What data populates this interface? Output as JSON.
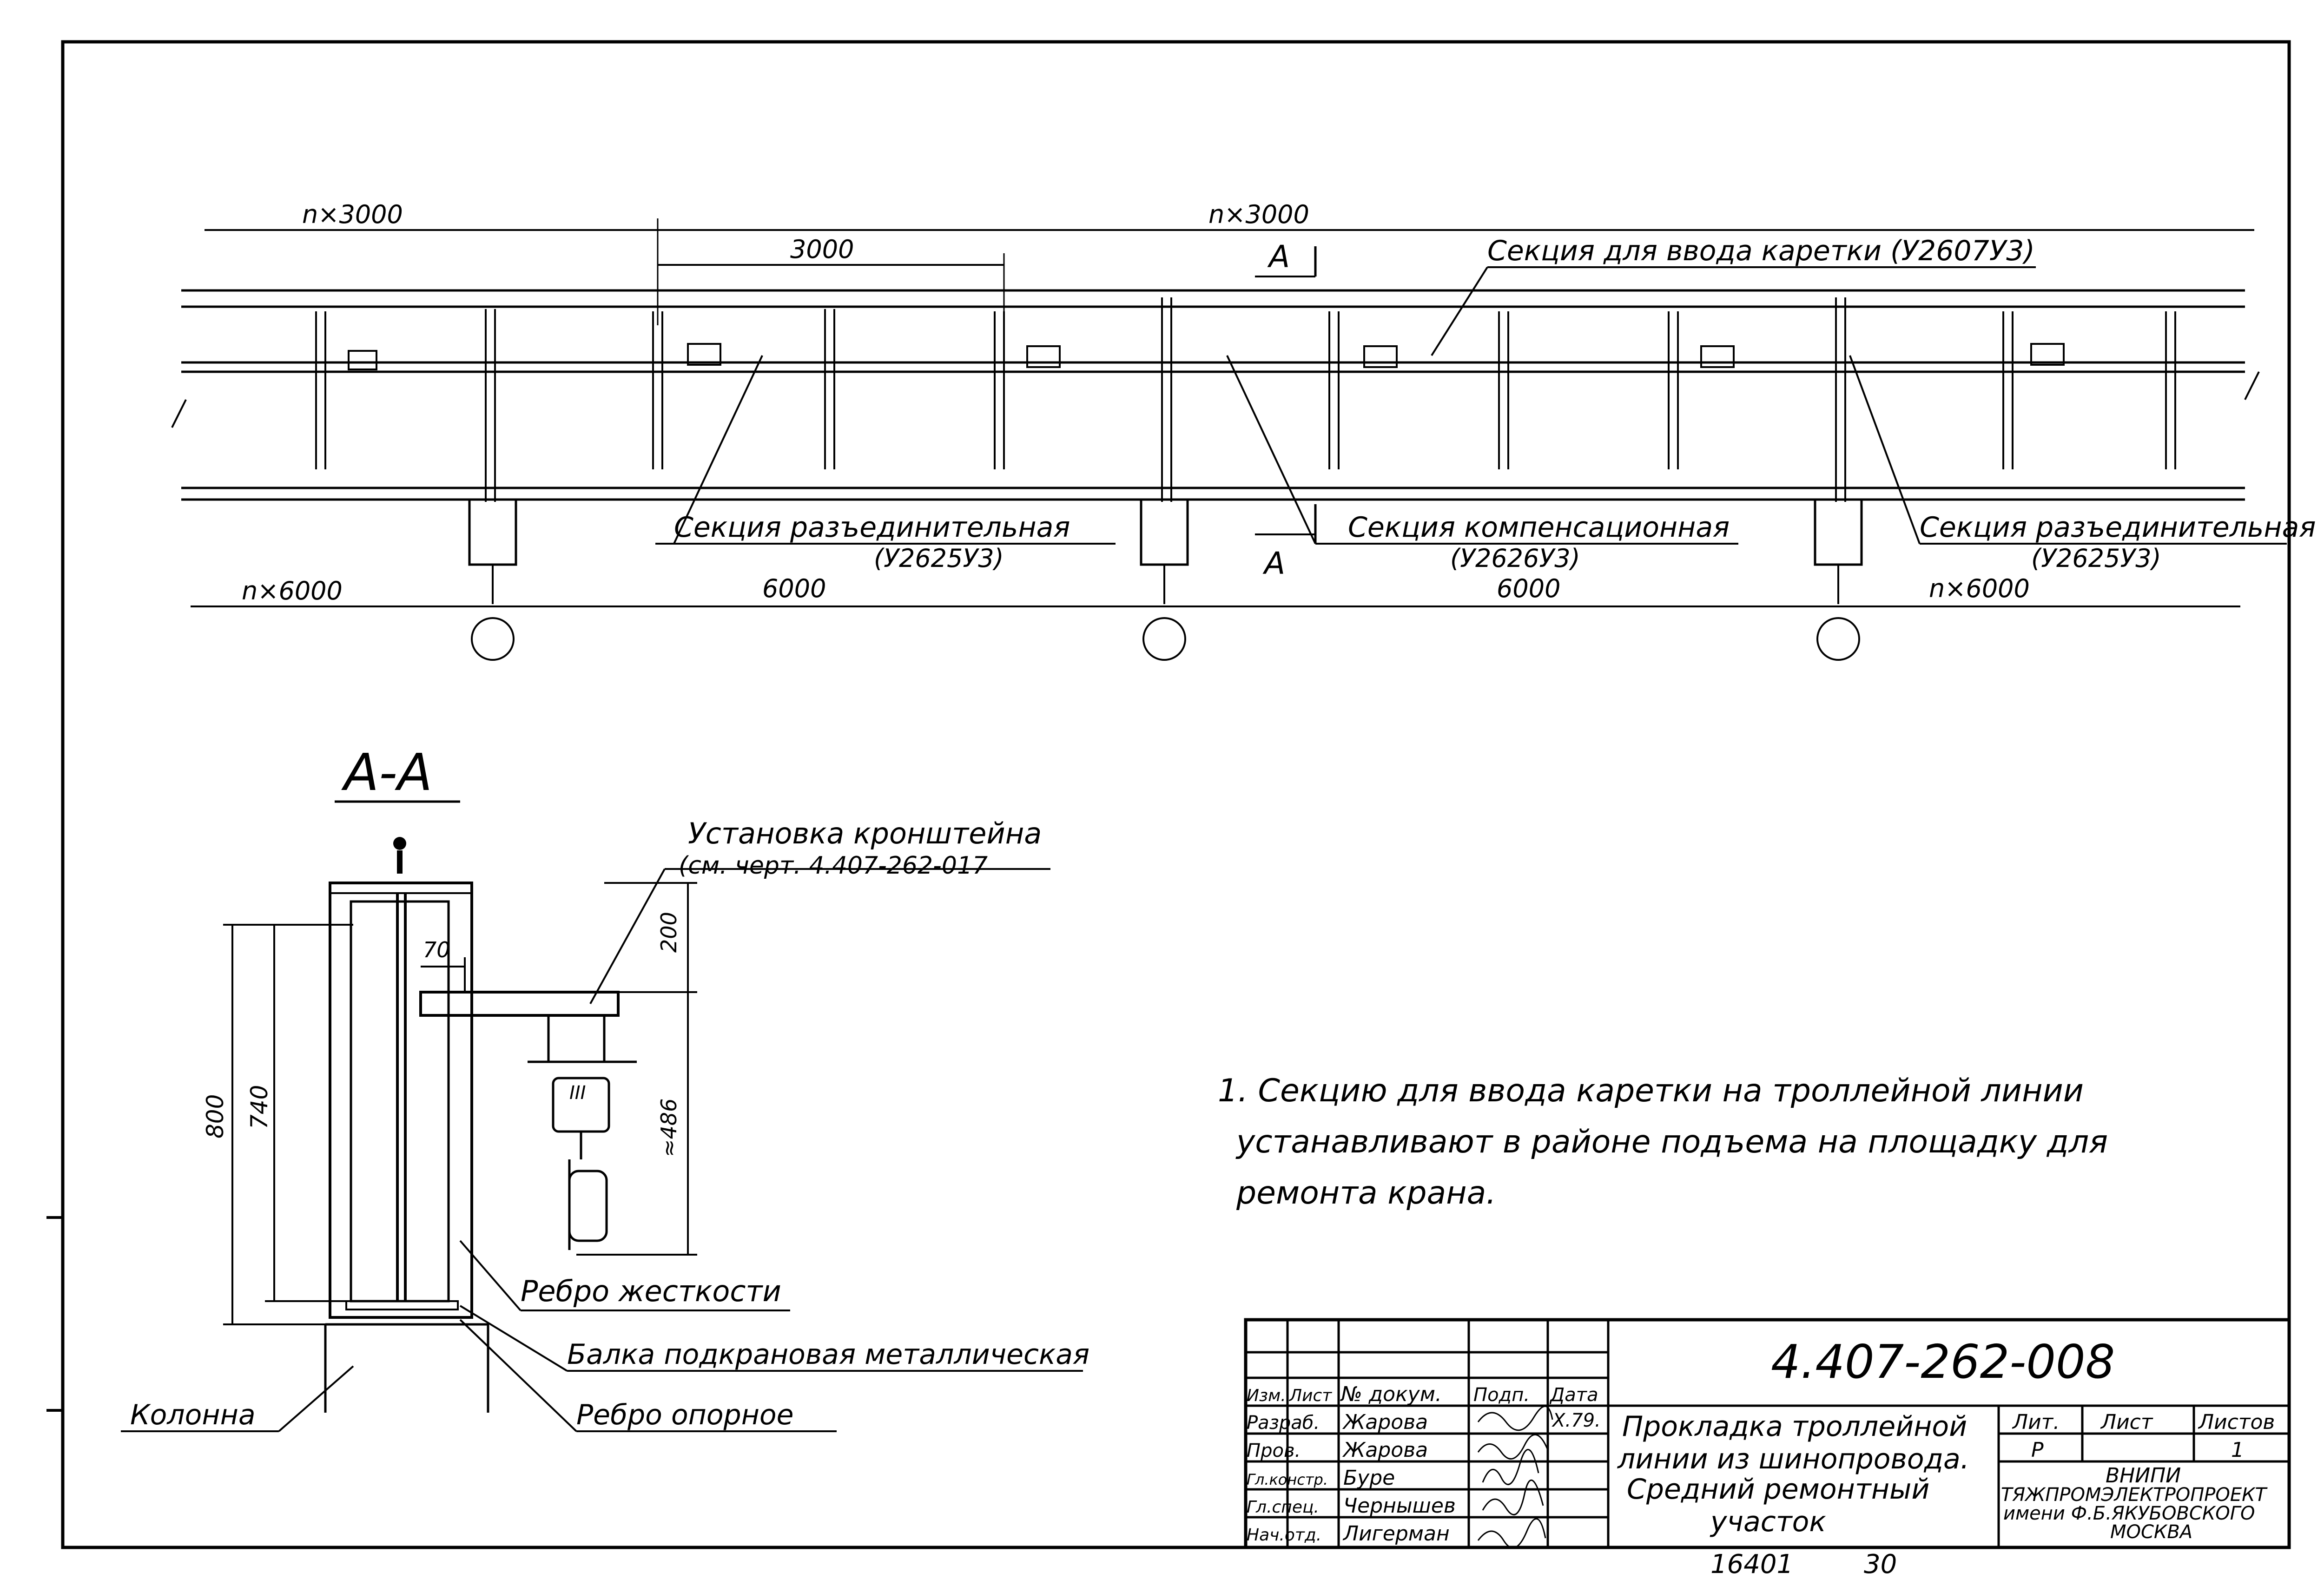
{
  "plan": {
    "dim_n3000_left": "n×3000",
    "dim_n3000_right": "n×3000",
    "dim_3000": "3000",
    "dim_n6000_left": "n×6000",
    "dim_6000_a": "6000",
    "dim_6000_b": "6000",
    "dim_n6000_right": "n×6000",
    "section_mark_top": "A",
    "section_mark_bottom": "A",
    "label_carriage_section": "Секция для ввода каретки (У2607У3)",
    "label_disconnect_left": "Секция разъединительная",
    "code_disconnect_left": "(У2625У3)",
    "label_compensation": "Секция компенсационная",
    "code_compensation": "(У2626У3)",
    "label_disconnect_right": "Секция разъединительная",
    "code_disconnect_right": "(У2625У3)"
  },
  "section": {
    "title": "А-А",
    "bracket_label": "Установка кронштейна",
    "bracket_ref": "(см. черт. 4.407-262-017",
    "dim_70": "70",
    "dim_200": "200",
    "dim_486": "≈486",
    "dim_800": "800",
    "dim_740": "740",
    "label_rib": "Ребро жесткости",
    "label_beam": "Балка подкрановая металлическая",
    "label_support_rib": "Ребро опорное",
    "label_column": "Колонна"
  },
  "note": {
    "line1": "1. Секцию для ввода каретки на троллейной линии",
    "line2": "устанавливают в районе подъема на площадку для",
    "line3": "ремонта крана."
  },
  "title_block": {
    "doc_number": "4.407-262-008",
    "col_headers": [
      "Изм.",
      "Лист",
      "№ докум.",
      "Подп.",
      "Дата"
    ],
    "roles": [
      "Разраб.",
      "Пров.",
      "Гл.констр.",
      "Гл.спец.",
      "Нач.отд."
    ],
    "names": [
      "Жарова",
      "Жарова",
      "Буре",
      "Чернышев",
      "Лигерман"
    ],
    "date": "X.79.",
    "title_line1": "Прокладка троллейной",
    "title_line2": "линии из шинопровода.",
    "title_line3": "Средний ремонтный",
    "title_line4": "участок",
    "stage_label": "Лит.",
    "sheet_label": "Лист",
    "sheets_label": "Листов",
    "stage_value": "Р",
    "sheets_value": "1",
    "org_line1": "ВНИПИ",
    "org_line2": "ТЯЖПРОМЭЛЕКТРОПРОЕКТ",
    "org_line3": "имени Ф.Б.ЯКУБОВСКОГО",
    "org_line4": "МОСКВА",
    "footer_code": "16401",
    "footer_page": "30"
  }
}
